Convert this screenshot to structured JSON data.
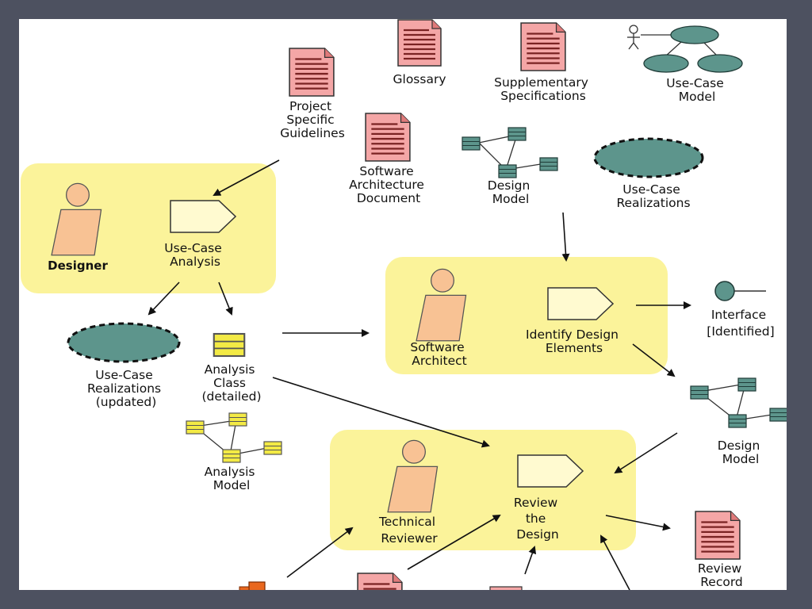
{
  "artifacts": {
    "glossary": "Glossary",
    "supplementary": [
      "Supplementary",
      "Specifications"
    ],
    "use_case_model": [
      "Use-Case",
      "Model"
    ],
    "project_guidelines": [
      "Project",
      "Specific",
      "Guidelines"
    ],
    "sad": [
      "Software",
      "Architecture",
      "Document"
    ],
    "design_model_top": [
      "Design",
      "Model"
    ],
    "ucr_top": [
      "Use-Case",
      "Realizations"
    ],
    "ucr_updated": [
      "Use-Case",
      "Realizations",
      "(updated)"
    ],
    "analysis_class": [
      "Analysis",
      "Class",
      "(detailed)"
    ],
    "analysis_model": [
      "Analysis",
      "Model"
    ],
    "interface": [
      "Interface",
      "[Identified]"
    ],
    "design_model_right": [
      "Design",
      "Model"
    ],
    "review_record": [
      "Review",
      "Record"
    ]
  },
  "workers": {
    "designer": "Designer",
    "software_architect": [
      "Software",
      "Architect"
    ],
    "technical_reviewer": [
      "Technical",
      "Reviewer"
    ]
  },
  "activities": {
    "use_case_analysis": [
      "Use-Case",
      "Analysis"
    ],
    "identify_design_elements": [
      "Identify Design",
      "Elements"
    ],
    "review_the_design": [
      "Review",
      "the",
      "Design"
    ]
  },
  "colors": {
    "background": "#4d5160",
    "swimlane": "#fbf39a",
    "document": "#f4a6a6",
    "usecase": "#5d958c",
    "person": "#f8c294",
    "activity": "#fffad0",
    "analysis_class": "#f3ea45"
  }
}
